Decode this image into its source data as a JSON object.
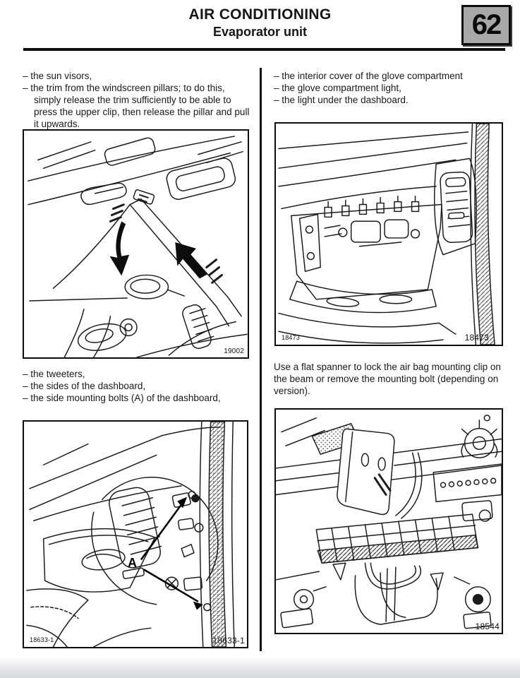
{
  "header": {
    "title": "AIR CONDITIONING",
    "subtitle": "Evaporator unit",
    "section_number": "62"
  },
  "left_column": {
    "list1": [
      "– the sun visors,",
      "– the trim from the windscreen pillars; to do this, simply release the trim sufficiently to be able to press the upper clip, then release the pillar and pull it upwards."
    ],
    "figure_pillar": {
      "number": "19002"
    },
    "list2": [
      "– the tweeters,",
      "– the sides of the dashboard,",
      "– the side mounting bolts (A) of the dashboard,"
    ],
    "figure_dashboard": {
      "number_left": "18633-1",
      "number_right": "18633-1",
      "callout": "A"
    }
  },
  "right_column": {
    "list1": [
      "– the interior cover of the glove compartment",
      "– the glove compartment light,",
      "– the light under the dashboard."
    ],
    "figure_glovebox": {
      "number_left": "18473",
      "number_right": "18473"
    },
    "paragraph": "Use a flat spanner to lock the air bag mounting clip on the beam or remove the mounting bolt (depending on version).",
    "figure_beam": {
      "number": "18544"
    }
  },
  "colors": {
    "section_box_bg": "#a8a8a8",
    "ink": "#111111"
  }
}
